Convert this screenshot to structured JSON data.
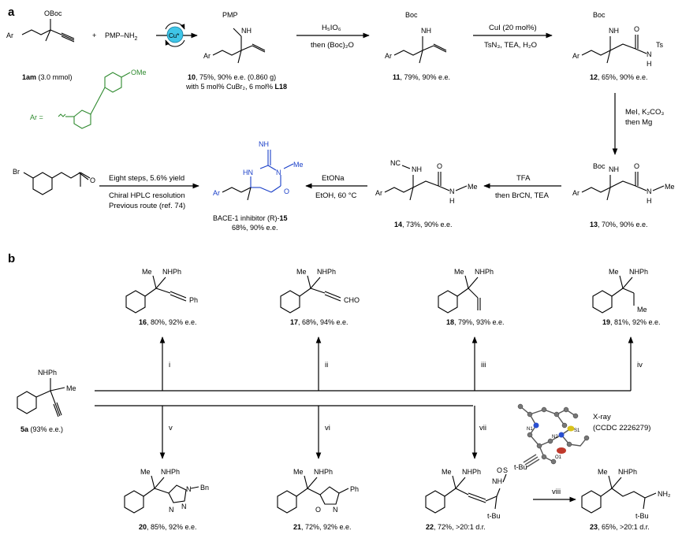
{
  "panels": {
    "a": "a",
    "b": "b"
  },
  "atoms": {
    "ar": "Ar",
    "oboc": "OBoc",
    "pmp_nh2": "PMP–NH",
    "two": "2",
    "plus": "+",
    "pmp": "PMP",
    "nh": "NH",
    "boc": "Boc",
    "ts": "Ts",
    "n": "N",
    "h": "H",
    "o": "O",
    "me": "Me",
    "nhph": "NHPh",
    "ph": "Ph",
    "cho": "CHO",
    "bn": "Bn",
    "tbu": "t-Bu",
    "s": "S",
    "nh2": "NH₂",
    "nc": "NC",
    "br": "Br",
    "hn": "HN",
    "nh_im": "NH",
    "ome": "OMe",
    "ar_eq": "Ar =",
    "cu": "Cu*"
  },
  "compounds": {
    "c1am": {
      "num": "1am",
      "text": " (3.0 mmol)"
    },
    "c10": {
      "num": "10",
      "text": ", 75%, 90% e.e. (0.860 g)",
      "text2": "with 5 mol% CuBr₂, 6 mol% ",
      "ligand": "L18"
    },
    "c11": {
      "num": "11",
      "text": ", 79%, 90% e.e."
    },
    "c12": {
      "num": "12",
      "text": ", 65%, 90% e.e."
    },
    "c13": {
      "num": "13",
      "text": ", 70%, 90% e.e."
    },
    "c14": {
      "num": "14",
      "text": ", 73%, 90% e.e."
    },
    "c15": {
      "line1": "BACE-1 inhibitor (R)-",
      "num": "15",
      "line2": "68%, 90% e.e."
    },
    "c5a": {
      "num": "5a",
      "text": " (93% e.e.)"
    },
    "c16": {
      "num": "16",
      "text": ", 80%, 92% e.e."
    },
    "c17": {
      "num": "17",
      "text": ", 68%, 94% e.e."
    },
    "c18": {
      "num": "18",
      "text": ", 79%, 93% e.e."
    },
    "c19": {
      "num": "19",
      "text": ", 81%, 92% e.e."
    },
    "c20": {
      "num": "20",
      "text": ", 85%, 92% e.e."
    },
    "c21": {
      "num": "21",
      "text": ", 72%, 92% e.e."
    },
    "c22": {
      "num": "22",
      "text": ", 72%, >20:1 d.r."
    },
    "c23": {
      "num": "23",
      "text": ", 65%, >20:1 d.r."
    }
  },
  "conditions": {
    "s1_top": "H₅IO₆",
    "s1_bot": "then (Boc)₂O",
    "s2_top": "CuI (20 mol%)",
    "s2_bot": "TsN₃, TEA, H₂O",
    "s3_l1": "MeI, K₂CO₃",
    "s3_l2": "then Mg",
    "s4_top": "TFA",
    "s4_bot": "then BrCN, TEA",
    "s5_top": "EtONa",
    "s5_bot": "EtOH, 60 °C",
    "s6_top": "Eight steps, 5.6% yield",
    "s6_l2": "Chiral HPLC resolution",
    "s6_l3": "Previous route (ref. 74)"
  },
  "steps": [
    "i",
    "ii",
    "iii",
    "iv",
    "v",
    "vi",
    "vii",
    "viii"
  ],
  "xray": {
    "title": "X-ray",
    "ccdc": "(CCDC 2226279)",
    "atoms": [
      "N1",
      "N2",
      "S1",
      "O1"
    ]
  },
  "colors": {
    "catalyst": "#3fc6e8",
    "product_blue": "#1a3fc8",
    "aryl_green": "#2f8a2f"
  }
}
